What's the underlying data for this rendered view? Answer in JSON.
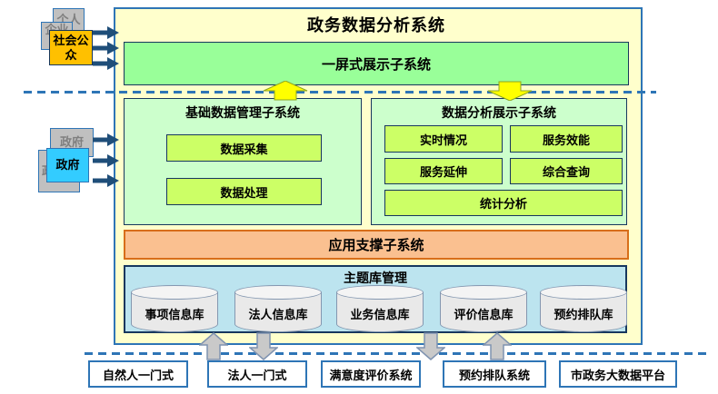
{
  "title": "政务数据分析系统",
  "one_screen_bar": {
    "label": "一屏式展示子系统"
  },
  "base_subsystem": {
    "title": "基础数据管理子系统",
    "modules": [
      "数据采集",
      "数据处理"
    ]
  },
  "analysis_subsystem": {
    "title": "数据分析展示子系统",
    "modules": [
      "实时情况",
      "服务效能",
      "服务延伸",
      "综合查询",
      "统计分析"
    ]
  },
  "support_bar": {
    "label": "应用支撑子系统"
  },
  "theme_library": {
    "title": "主题库管理",
    "databases": [
      "事项信息库",
      "法人信息库",
      "业务信息库",
      "评价信息库",
      "预约排队库"
    ]
  },
  "actors": {
    "public_group": {
      "back": "个人",
      "middle": "企业",
      "front": "社会公众"
    },
    "government_group": {
      "back": "政府",
      "middle": "政府",
      "front": "政府"
    }
  },
  "external_systems": [
    "自然人一门式",
    "法人一门式",
    "满意度评价系统",
    "预约排队系统",
    "市政务大数据平台"
  ],
  "colors": {
    "outer_background": "#FFFFCC",
    "frame_blue": "#2E75B6",
    "dark_border_blue": "#17375E",
    "one_screen_green": "#99FF99",
    "subsystem_green": "#CCFFCC",
    "module_chartreuse": "#CCFF66",
    "support_orange": "#FAC090",
    "support_border_orange": "#D86E1A",
    "theme_light_blue": "#BCE4EF",
    "actor_orange": "#FFC000",
    "actor_cyan": "#33CCFF",
    "actor_gray": "#C0C0C0",
    "flow_arrow_yellow": "#FFFF00",
    "flow_arrow_gray": "#C9C9C9",
    "mini_arrow_navy": "#1F4E79"
  }
}
